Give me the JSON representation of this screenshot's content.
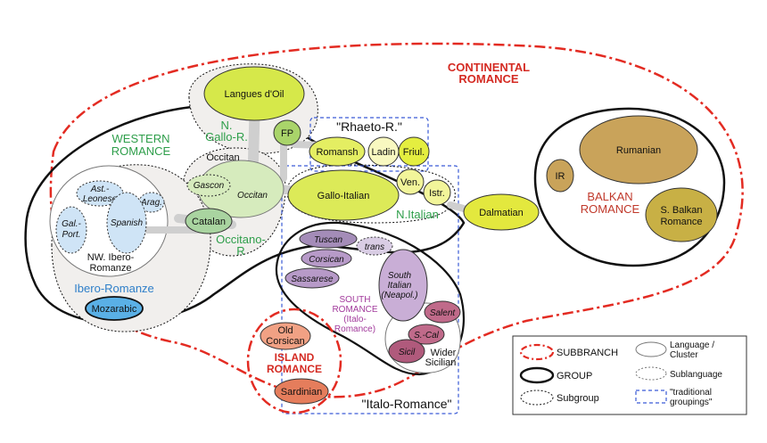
{
  "labels": {
    "continental": [
      "CONTINENTAL",
      "ROMANCE"
    ],
    "western": [
      "WESTERN",
      "ROMANCE"
    ],
    "n_gallo": [
      "N.",
      "Gallo-R."
    ],
    "rhaeto": "\"Rhaeto-R.\"",
    "n_italian": "N.Italian",
    "occitano": [
      "Occitano-",
      "R"
    ],
    "ibero_romanze": "Ibero-Romanze",
    "nw_ibero": [
      "NW. Ibero-",
      "Romanze"
    ],
    "south_romance": [
      "SOUTH",
      "ROMANCE",
      "(Italo-",
      "Romance)"
    ],
    "island": [
      "ISLAND",
      "ROMANCE"
    ],
    "italo_romance": "\"Italo-Romance\"",
    "balkan": [
      "BALKAN",
      "ROMANCE"
    ],
    "wider_sicilian": [
      "Wider",
      "Sicilian"
    ],
    "occitan_header": "Occitan"
  },
  "languages": {
    "langues_doil": "Langues d'Oil",
    "fp": "FP",
    "romansh": "Romansh",
    "ladin": "Ladin",
    "friul": "Friul.",
    "gallo_italian": "Gallo-Italian",
    "ven": "Ven.",
    "istr": "Istr.",
    "dalmatian": "Dalmatian",
    "rumanian": "Rumanian",
    "ir": "IR",
    "s_balkan": [
      "S. Balkan",
      "Romance"
    ],
    "gascon": "Gascon",
    "occitan": "Occitan",
    "catalan": "Catalan",
    "ast_leonese": [
      "Ast.-",
      "Leonese"
    ],
    "arag": "Arag.",
    "gal_port": [
      "Gal.-",
      "Port."
    ],
    "spanish": "Spanish",
    "mozarabic": "Mozarabic",
    "tuscan": "Tuscan",
    "trans": "trans",
    "corsican": "Corsican",
    "sassarese": "Sassarese",
    "south_italian": [
      "South",
      "Italian",
      "(Neapol.)"
    ],
    "salent": "Salent",
    "s_cal": "S.-Cal",
    "sicil": "Sicil",
    "old_corsican": [
      "Old",
      "Corsican"
    ],
    "sardinian": "Sardinian"
  },
  "legend": {
    "subbranch": "SUBBRANCH",
    "group": "GROUP",
    "subgroup": "Subgroup",
    "language": [
      "Language /",
      "Cluster"
    ],
    "sublanguage": "Sublanguage",
    "traditional": [
      "\"traditional",
      "groupings\""
    ]
  },
  "colors": {
    "subbranch": "#e32b22",
    "yellow_green": "#d6e84a",
    "pale_yellow": "#f2f59a",
    "tan": "#c9a35a",
    "olive": "#c8b045",
    "light_green": "#cfe8b3",
    "blue_pale": "#cfe4f6",
    "purple": "#b79ac8",
    "magenta": "#c06a8a",
    "salmon": "#f1a184",
    "mozarabic": "#5ab0e6",
    "traditional": "#3a5bd6"
  }
}
